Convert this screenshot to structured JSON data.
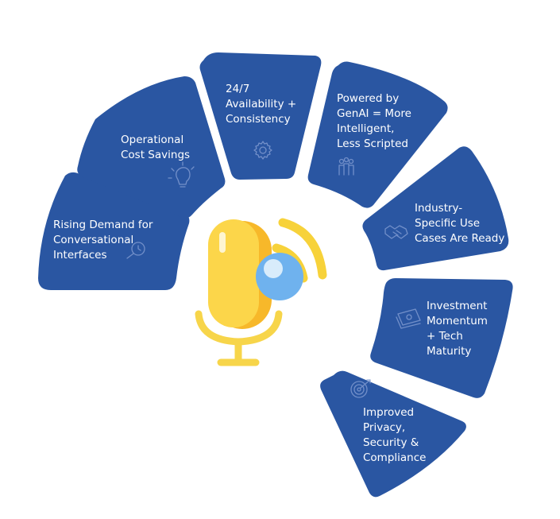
{
  "diagram": {
    "colors": {
      "segment": "#2a56a2",
      "mic_body": "#fcd64a",
      "mic_body_shade": "#f7b82a",
      "mic_stand": "#f7d54a",
      "waves": "#f7d23a",
      "bubble": "#6fb2ee",
      "bubble_highlight": "#d8ecfb"
    },
    "center_icon": "microphone-with-sound-waves-icon",
    "segments": [
      {
        "label_lines": [
          "Rising Demand for",
          "Conversational",
          "Interfaces"
        ],
        "icon": "clock-magnifier-icon"
      },
      {
        "label_lines": [
          "Operational",
          "Cost Savings"
        ],
        "icon": "lightbulb-icon"
      },
      {
        "label_lines": [
          "24/7",
          "Availability +",
          "Consistency"
        ],
        "icon": "gear-icon"
      },
      {
        "label_lines": [
          "Powered by",
          "GenAI = More",
          "Intelligent,",
          "Less Scripted"
        ],
        "icon": "people-group-icon"
      },
      {
        "label_lines": [
          "Industry-",
          "Specific Use",
          "Cases Are Ready"
        ],
        "icon": "handshake-icon"
      },
      {
        "label_lines": [
          "Investment",
          "Momentum",
          "+ Tech",
          "Maturity"
        ],
        "icon": "money-stack-icon"
      },
      {
        "label_lines": [
          "Improved",
          "Privacy,",
          "Security &",
          "Compliance"
        ],
        "icon": "target-icon"
      }
    ]
  }
}
